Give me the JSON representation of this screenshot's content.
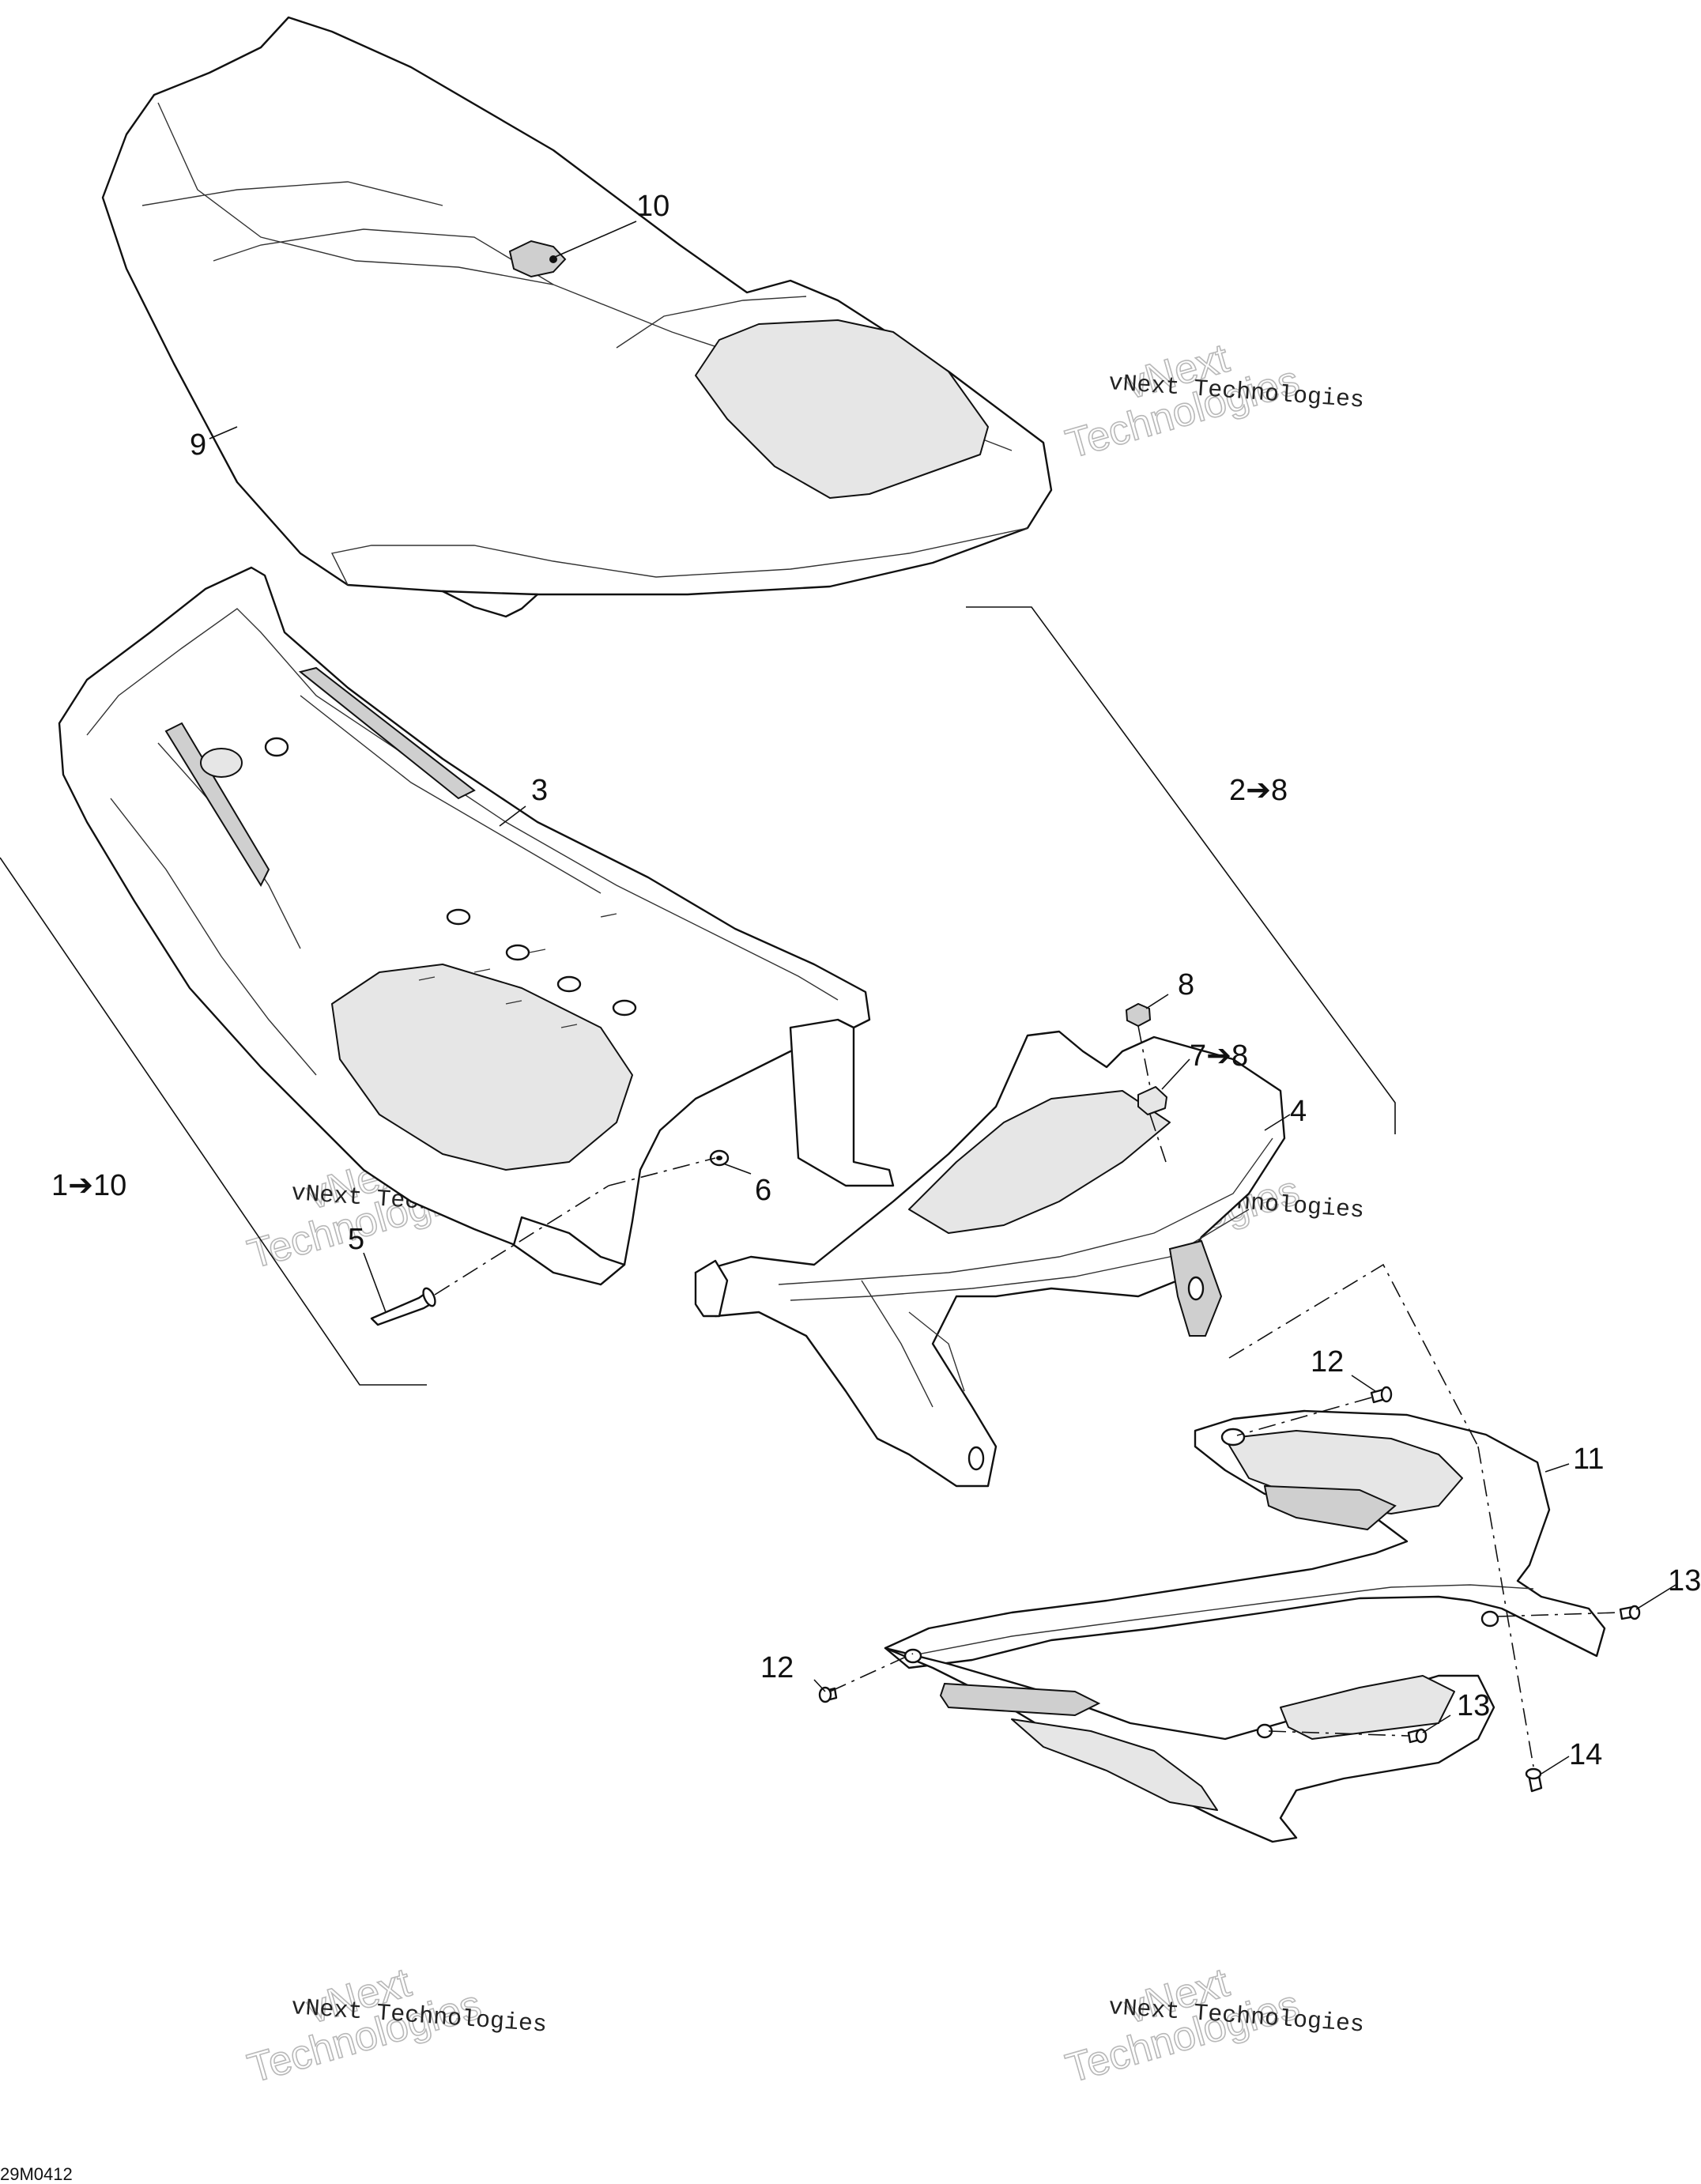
{
  "callouts": {
    "c1": "1➔10",
    "c2": "2➔8",
    "c3": "3",
    "c4": "4",
    "c5": "5",
    "c6": "6",
    "c7": "7➔8",
    "c8": "8",
    "c9": "9",
    "c10": "10",
    "c11": "11",
    "c12a": "12",
    "c12b": "12",
    "c13a": "13",
    "c13b": "13",
    "c14": "14"
  },
  "watermark": {
    "line_small": "vNext Technologies",
    "line_large_top": "vNext",
    "line_large_bottom": "Technologies"
  },
  "doc_id": "29M0412"
}
